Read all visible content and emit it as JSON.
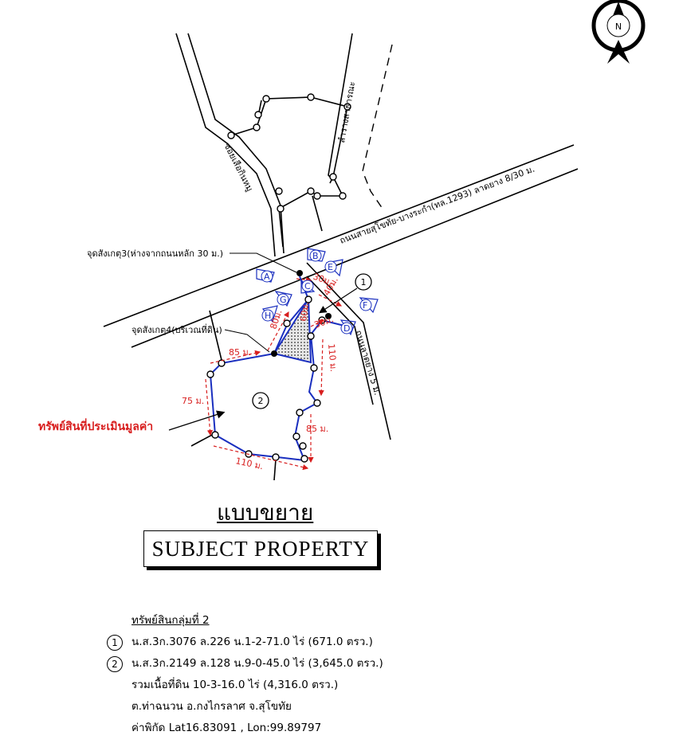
{
  "map": {
    "roads": {
      "soi_sueklinong": "ซอยเสือกินหมู",
      "lam_raang_satharana": "ลำรางสาธารณะ",
      "main_road": "ถนนสายสุโขทัย-บางระกำ(ทล.1293) ลาดยาง 8/30 ม.",
      "side_road": "ถนนลาดยาง 5 ม."
    },
    "observation_points": {
      "point3": "จุดสังเกตุ3(ห่างจากถนนหลัก 30 ม.)",
      "point4": "จุดสังเกตุ4(บริเวณที่ดิน)"
    },
    "view_letters": [
      "A",
      "B",
      "C",
      "D",
      "E",
      "F",
      "G",
      "H"
    ],
    "parcel_numbers": [
      "1",
      "2"
    ],
    "dimensions": {
      "d30": "30ม.",
      "d40": "40ม.",
      "d80": "80ม.",
      "d30b": "30ม.",
      "d60": "60ม.",
      "d110a": "110 ม.",
      "d85a": "85 ม.",
      "d75": "75 ม.",
      "d85b": "85 ม.",
      "d110b": "110 ม."
    },
    "appraised_label": "ทรัพย์สินที่ประเมินมูลค่า",
    "north_label": "N"
  },
  "heading_th": "แบบขยาย",
  "subject_label": "SUBJECT PROPERTY",
  "legend": {
    "title": "ทรัพย์สินกลุ่มที่ 2",
    "rows": [
      {
        "num": "1",
        "text": "น.ส.3ก.3076  ล.226  น.1-2-71.0 ไร่ (671.0 ตรว.)"
      },
      {
        "num": "2",
        "text": "น.ส.3ก.2149  ล.128  น.9-0-45.0 ไร่ (3,645.0 ตรว.)"
      }
    ],
    "total": "รวมเนื้อที่ดิน  10-3-16.0 ไร่ (4,316.0 ตรว.)",
    "location": "ต.ท่าฉนวน  อ.กงไกรลาศ  จ.สุโขทัย",
    "coords": "ค่าพิกัด Lat16.83091 , Lon:99.89797"
  }
}
